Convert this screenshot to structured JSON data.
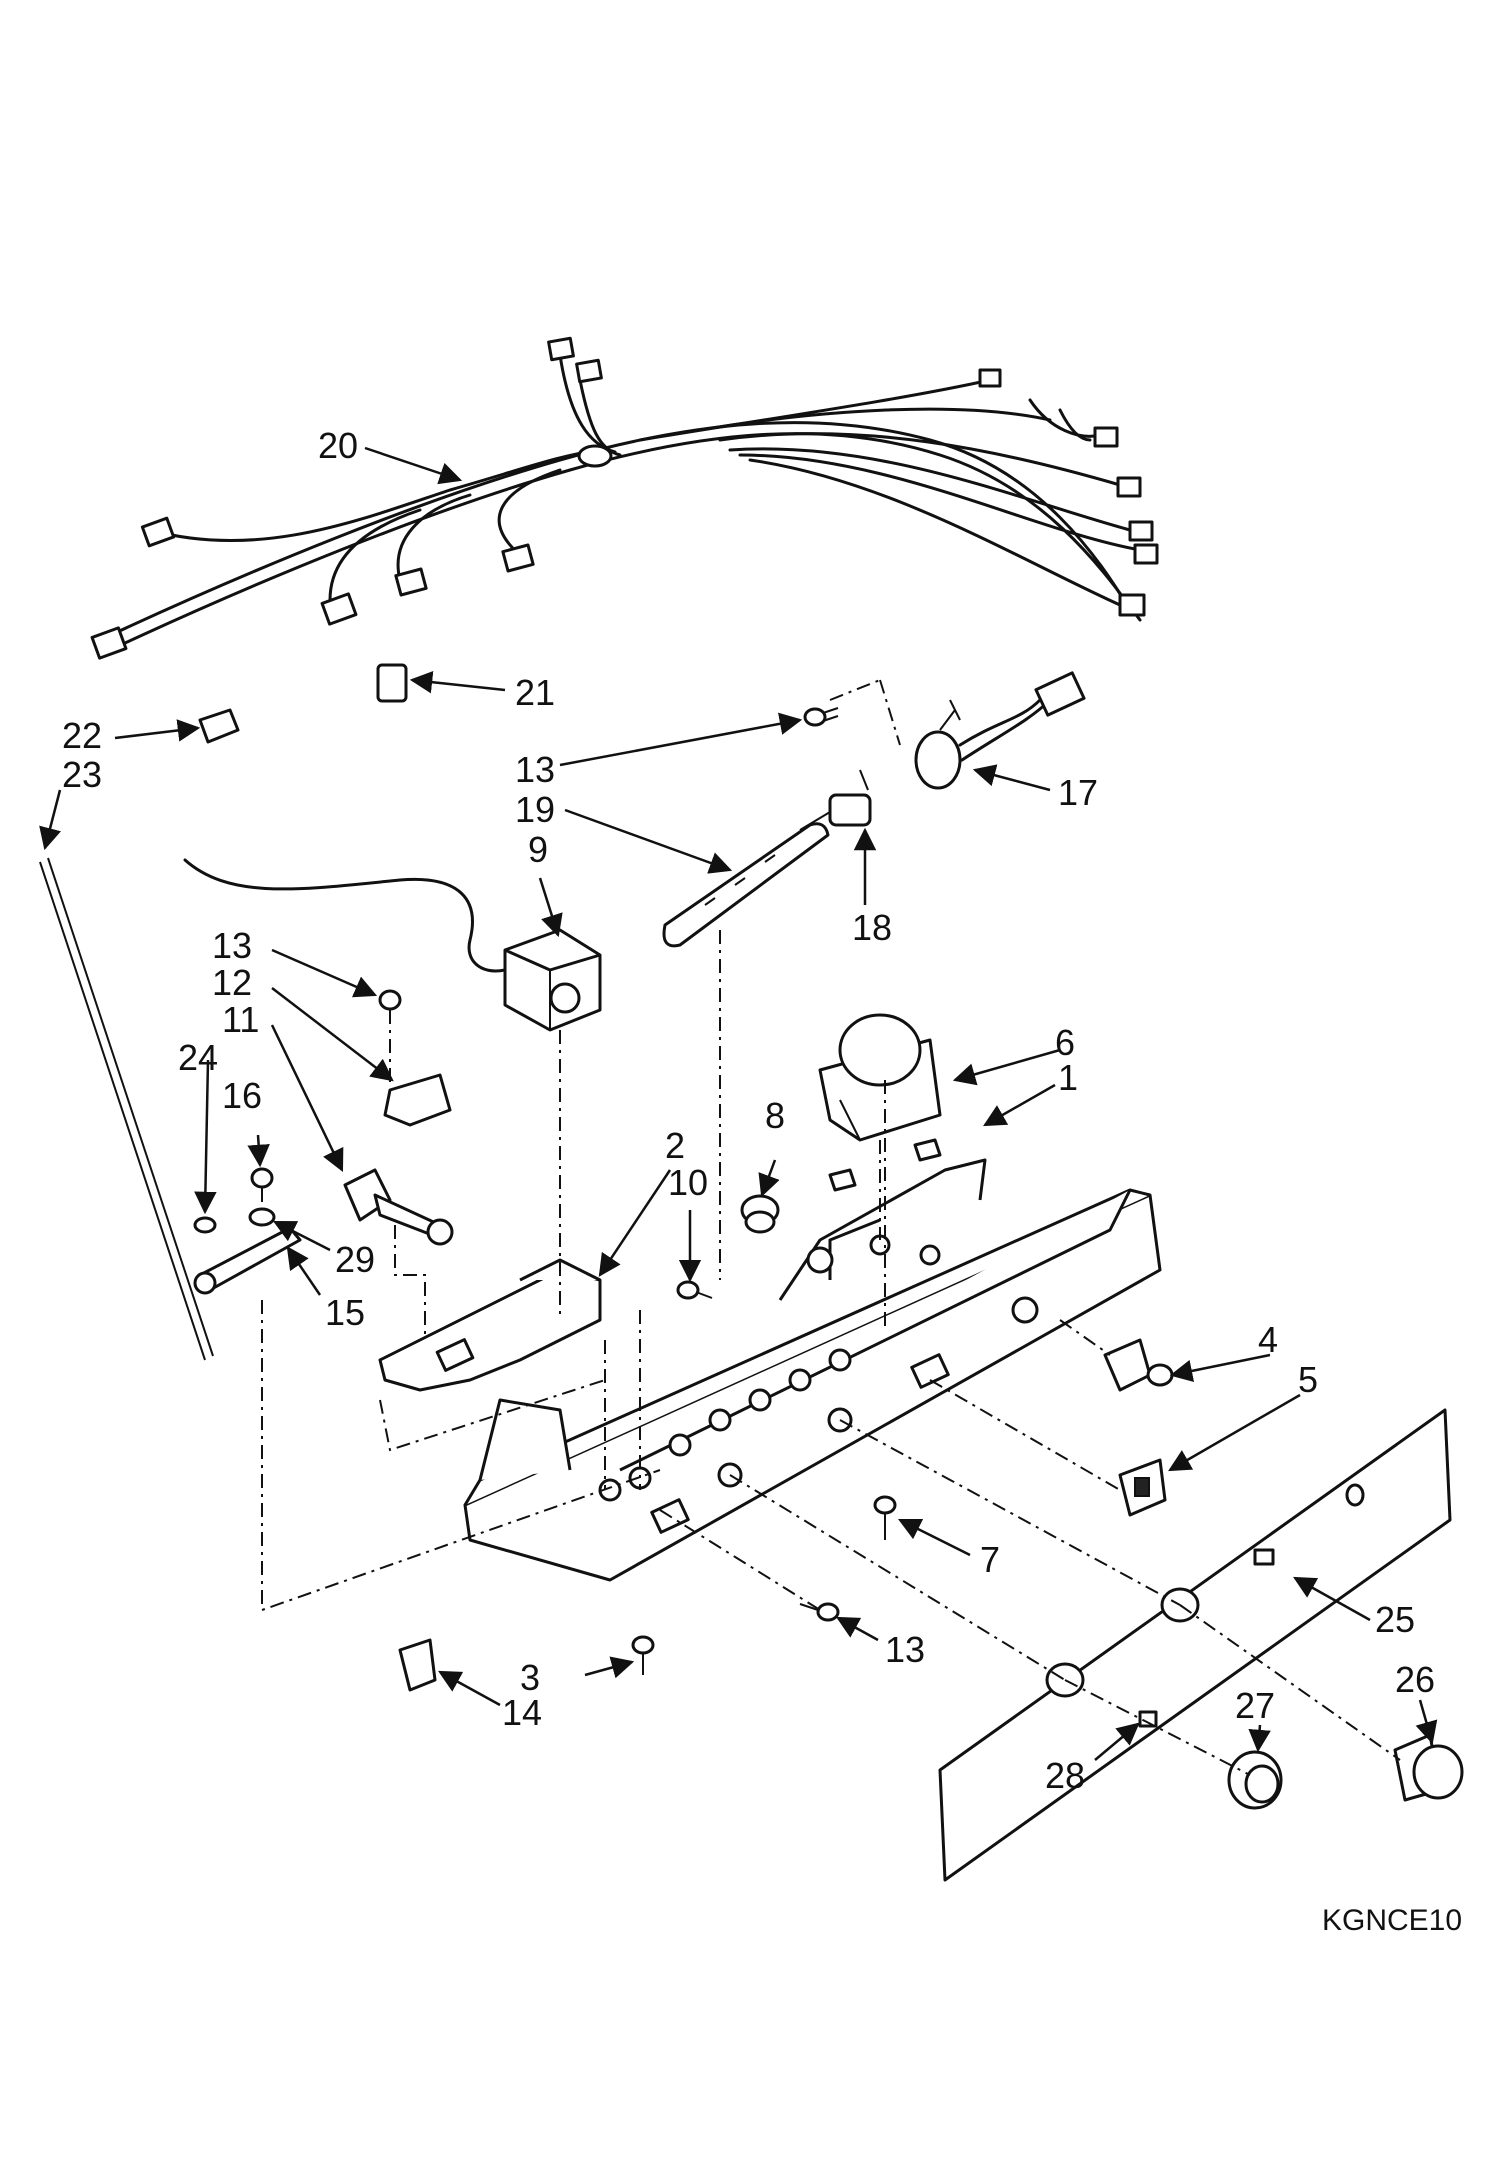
{
  "figure_code": "KGNCE10",
  "callouts": {
    "c1": "1",
    "c2": "2",
    "c3": "3",
    "c4": "4",
    "c5": "5",
    "c6": "6",
    "c7": "7",
    "c8": "8",
    "c9": "9",
    "c10": "10",
    "c11": "11",
    "c12": "12",
    "c13a": "13",
    "c13b": "13",
    "c13c": "13",
    "c14": "14",
    "c15": "15",
    "c16": "16",
    "c17": "17",
    "c18": "18",
    "c19": "19",
    "c20": "20",
    "c21": "21",
    "c22": "22",
    "c23": "23",
    "c24": "24",
    "c25": "25",
    "c26": "26",
    "c27": "27",
    "c28": "28",
    "c29": "29"
  },
  "colors": {
    "ink": "#111111",
    "paper": "#ffffff"
  }
}
